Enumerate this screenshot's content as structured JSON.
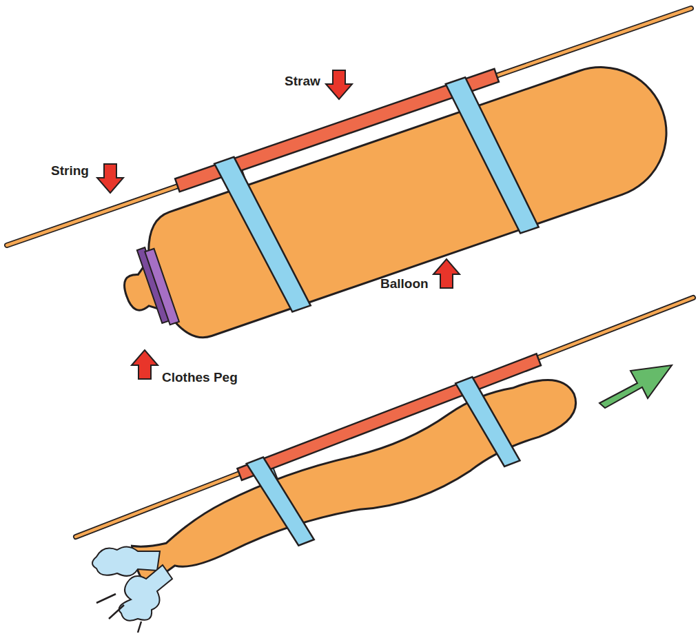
{
  "diagram": {
    "labels": [
      "Straw",
      "String",
      "Balloon",
      "Clothes Peg"
    ]
  }
}
